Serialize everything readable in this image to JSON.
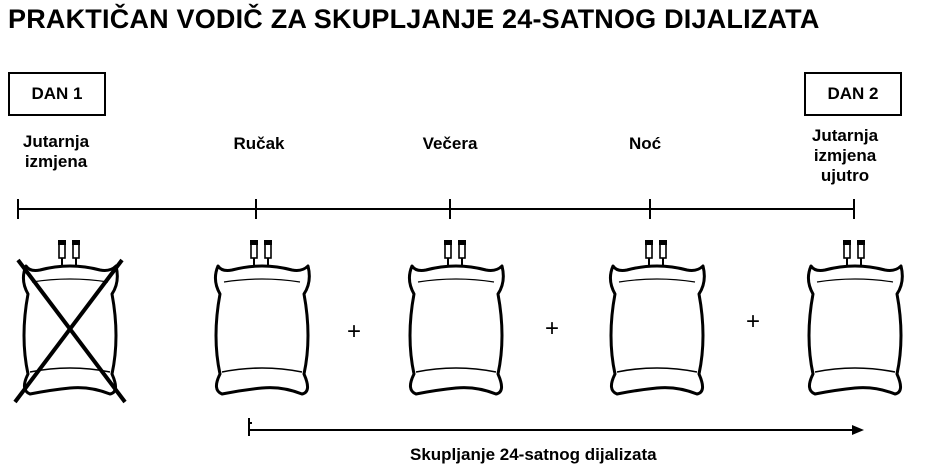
{
  "title": "PRAKTIČAN VODIČ ZA SKUPLJANJE 24-SATNOG DIJALIZATA",
  "day1": "DAN 1",
  "day2": "DAN 2",
  "labels": {
    "morning": "Jutarnja\nizmjena",
    "lunch": "Ručak",
    "dinner": "Večera",
    "night": "Noć",
    "next_morning": "Jutarnja\nizmjena\nujutro"
  },
  "plus": "+",
  "footer": "Skupljanje 24-satnog dijalizata",
  "bags": [
    {
      "name": "bag-morning-excluded",
      "crossed": true
    },
    {
      "name": "bag-lunch",
      "crossed": false
    },
    {
      "name": "bag-dinner",
      "crossed": false
    },
    {
      "name": "bag-night",
      "crossed": false
    },
    {
      "name": "bag-next-morning",
      "crossed": false
    }
  ]
}
